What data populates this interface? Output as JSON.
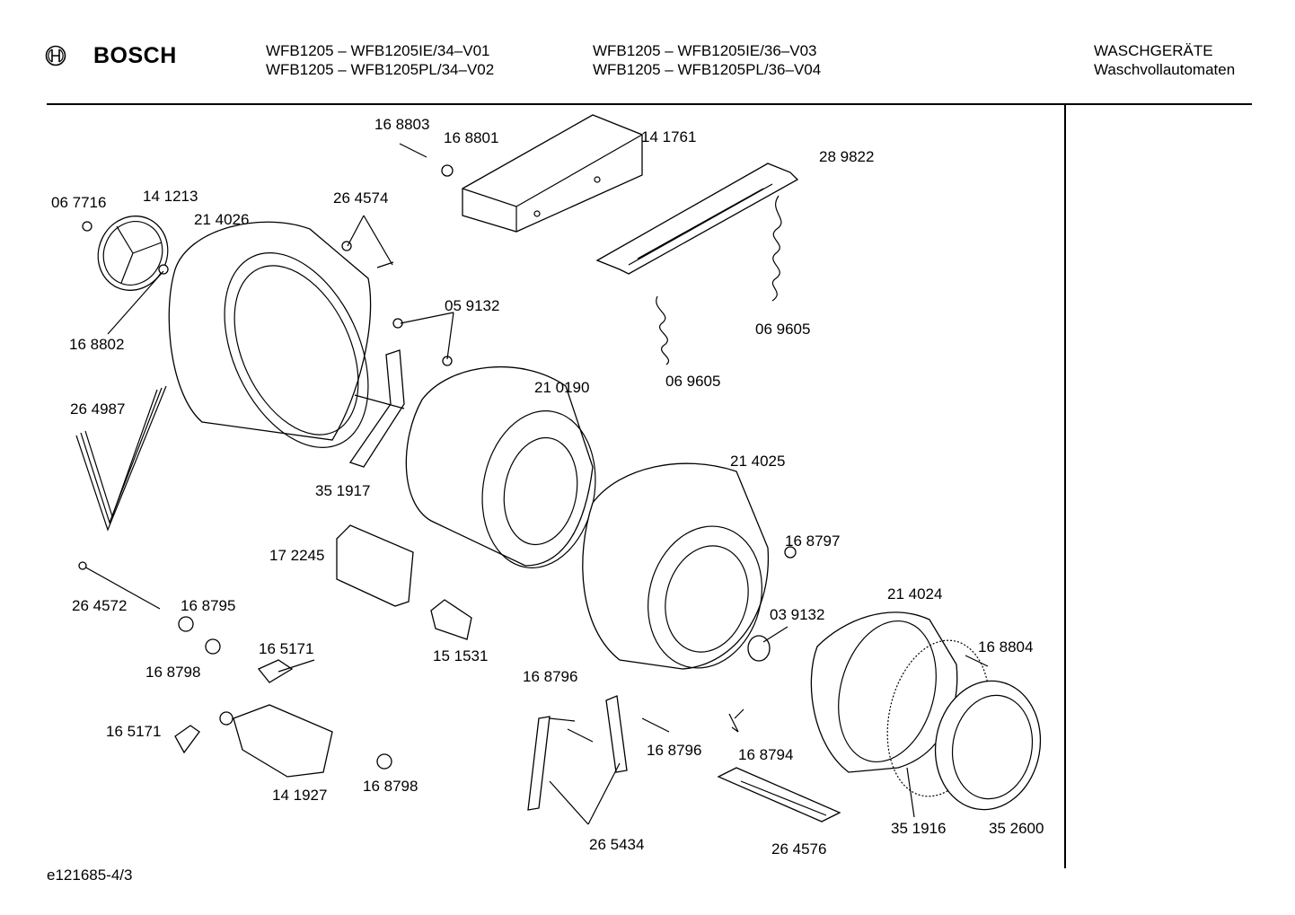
{
  "header": {
    "brand": "BOSCH",
    "models_left": [
      "WFB1205 – WFB1205IE/34–V01",
      "WFB1205 – WFB1205PL/34–V02"
    ],
    "models_right": [
      "WFB1205 – WFB1205IE/36–V03",
      "WFB1205 – WFB1205PL/36–V04"
    ],
    "category": "WASCHGERÄTE",
    "subcategory": "Waschvollautomaten"
  },
  "footer": {
    "drawing_id": "e121685-4/3"
  },
  "parts": {
    "p168803": "16 8803",
    "p168801": "16 8801",
    "p141761": "14 1761",
    "p289822": "28 9822",
    "p067716": "06 7716",
    "p141213": "14 1213",
    "p214026": "21 4026",
    "p264574": "26 4574",
    "p059132": "05 9132",
    "p168802": "16 8802",
    "p069605a": "06 9605",
    "p069605b": "06 9605",
    "p264987": "26 4987",
    "p210190": "21 0190",
    "p214025": "21 4025",
    "p351917": "35 1917",
    "p172245": "17 2245",
    "p168797": "16 8797",
    "p264572": "26 4572",
    "p168795": "16 8795",
    "p214024": "21 4024",
    "p039132": "03 9132",
    "p165171a": "16 5171",
    "p151531": "15 1531",
    "p168798a": "16 8798",
    "p168796a": "16 8796",
    "p168804": "16 8804",
    "p165171b": "16 5171",
    "p168796b": "16 8796",
    "p168794": "16 8794",
    "p141927": "14 1927",
    "p168798b": "16 8798",
    "p351916": "35 1916",
    "p352600": "35 2600",
    "p265434": "26 5434",
    "p264576": "26 4576"
  }
}
